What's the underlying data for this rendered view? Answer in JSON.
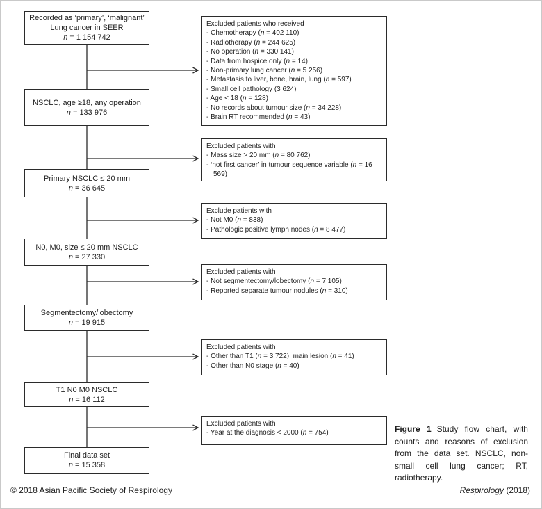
{
  "flow": {
    "main_boxes": [
      {
        "label": "Recorded as ‘primary’, ‘malignant’ Lung cancer in SEER",
        "count": "n = 1 154 742"
      },
      {
        "label": "NSCLC, age ≥18, any operation",
        "count": "n = 133 976"
      },
      {
        "label": "Primary NSCLC ≤ 20 mm",
        "count": "n = 36 645"
      },
      {
        "label": "N0, M0, size ≤ 20 mm NSCLC",
        "count": "n = 27 330"
      },
      {
        "label": "Segmentectomy/lobectomy",
        "count": "n = 19 915"
      },
      {
        "label": "T1 N0 M0 NSCLC",
        "count": "n = 16 112"
      },
      {
        "label": "Final data set",
        "count": "n = 15 358"
      }
    ],
    "exclusion_boxes": [
      {
        "header": "Excluded patients who received",
        "items": [
          "- Chemotherapy (n = 402 110)",
          "- Radiotherapy (n = 244 625)",
          "- No operation (n = 330 141)",
          "- Data from hospice only (n = 14)",
          "- Non-primary lung cancer (n = 5 256)",
          "- Metastasis to liver, bone, brain, lung (n = 597)",
          "- Small cell pathology (3 624)",
          "- Age < 18 (n = 128)",
          "- No records about tumour size (n = 34 228)",
          "- Brain RT recommended (n = 43)"
        ]
      },
      {
        "header": "Excluded patients with",
        "items": [
          "- Mass size > 20 mm (n = 80 762)",
          "- ‘not first cancer’ in tumour sequence variable (n = 16 569)"
        ]
      },
      {
        "header": "Exclude patients with",
        "items": [
          "- Not M0 (n = 838)",
          "- Pathologic positive lymph nodes (n = 8 477)"
        ]
      },
      {
        "header": "Excluded patients with",
        "items": [
          "- Not segmentectomy/lobectomy (n = 7 105)",
          "- Reported separate tumour nodules (n = 310)"
        ]
      },
      {
        "header": "Excluded patients with",
        "items": [
          "- Other than T1 (n = 3 722), main lesion (n = 41)",
          "- Other than N0 stage (n = 40)"
        ]
      },
      {
        "header": "Excluded patients with",
        "items": [
          "- Year at the diagnosis < 2000 (n = 754)"
        ]
      }
    ]
  },
  "caption": {
    "label": "Figure 1",
    "text": "Study flow chart, with counts and reasons of exclusion from the data set. NSCLC, non-small cell lung cancer; RT, radiotherapy."
  },
  "footer": {
    "copyright": "© 2018 Asian Pacific Society of Respirology",
    "journal": "Respirology",
    "year": "(2018)"
  },
  "colors": {
    "box_border": "#2b2b2b",
    "line": "#2b2b2b",
    "page_border": "#c9c9c9",
    "background": "#ffffff"
  }
}
